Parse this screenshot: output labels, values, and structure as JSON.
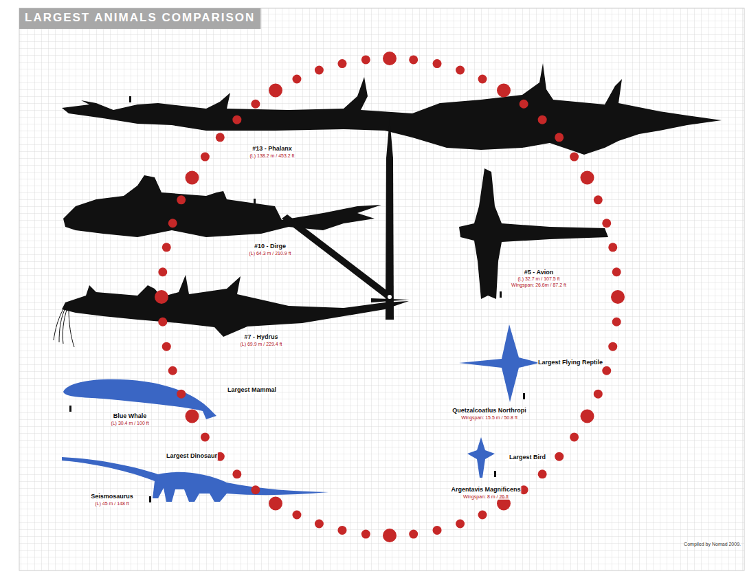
{
  "diagram": {
    "title": "LARGEST ANIMALS COMPARISON",
    "caption": "Compiled by Nomad 2009.",
    "labels": [
      "#13 - Phalanx",
      "(L) 138.2 m / 453.2 ft",
      "#10 - Dirge",
      "(L) 64.3 m / 210.9 ft",
      "#7 - Hydrus",
      "(L) 69.9 m / 229.4 ft",
      "#5 - Avion",
      "(L) 32.7 m / 107.5 ft",
      "Wingspan: 26.6m / 87.2 ft",
      "Largest Mammal",
      "Blue Whale",
      "(L) 30.4 m / 100 ft",
      "Largest Dinosaur",
      "Seismosaurus",
      "(L) 45 m / 148 ft",
      "Largest Flying Reptile",
      "Quetzalcoatlus Northropi",
      "Wingspan: 15.5 m / 50.8 ft",
      "Largest Bird",
      "Argentavis Magnificens",
      "Wingspan: 8 m / 26 ft"
    ]
  }
}
